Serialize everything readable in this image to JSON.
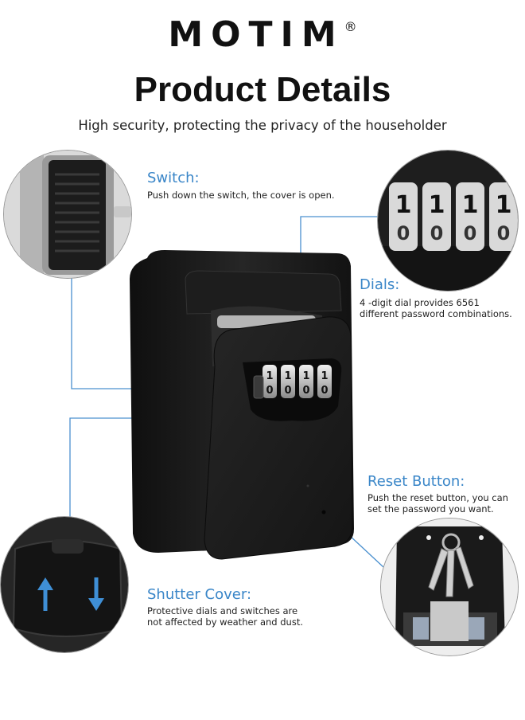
{
  "header": {
    "brand": "MOTIM",
    "brand_mark": "®",
    "title": "Product Details",
    "subtitle": "High security, protecting the privacy of the householder"
  },
  "features": {
    "switch": {
      "title": "Switch:",
      "description": "Push down the switch, the cover is open."
    },
    "dials": {
      "title": "Dials:",
      "description_1": "4 -digit dial provides 6561",
      "description_2": "different password combinations."
    },
    "reset": {
      "title": "Reset Button:",
      "description_1": "Push the reset button, you can",
      "description_2": "set the password you want."
    },
    "shutter": {
      "title": "Shutter Cover:",
      "description_1": "Protective dials and switches are",
      "description_2": "not affected by weather and dust."
    }
  },
  "dial_digits": {
    "top_row": [
      "1",
      "1",
      "1",
      "1"
    ],
    "bottom_row": [
      "0",
      "0",
      "0",
      "0"
    ]
  },
  "colors": {
    "accent": "#3a86c8",
    "product": "#1b1b1b",
    "background": "#ffffff"
  },
  "icons": [
    "up-arrow-icon",
    "down-arrow-icon",
    "registered-mark-icon"
  ]
}
